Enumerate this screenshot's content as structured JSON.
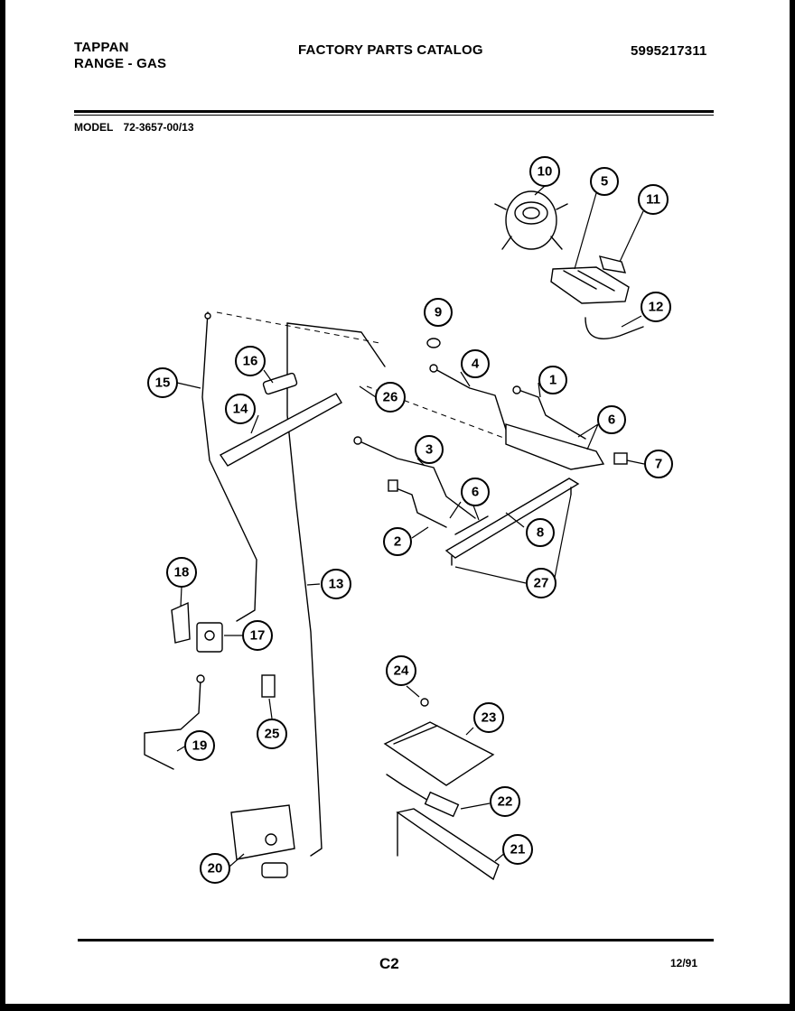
{
  "header": {
    "brand": "TAPPAN",
    "product": "RANGE - GAS",
    "title": "FACTORY PARTS CATALOG",
    "part_number": "5995217311"
  },
  "model": {
    "label": "MODEL",
    "value": "72-3657-00/13"
  },
  "footer": {
    "page": "C2",
    "date": "12/91"
  },
  "callouts": [
    "1",
    "2",
    "3",
    "4",
    "5",
    "6",
    "6",
    "7",
    "8",
    "9",
    "10",
    "11",
    "12",
    "13",
    "14",
    "15",
    "16",
    "17",
    "18",
    "19",
    "20",
    "21",
    "22",
    "23",
    "24",
    "25",
    "26",
    "27"
  ]
}
